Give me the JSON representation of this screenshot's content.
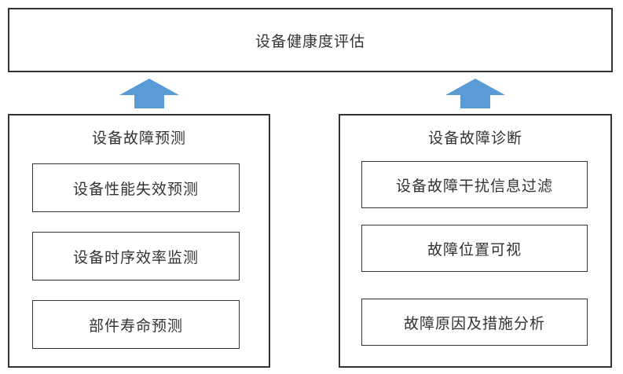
{
  "top_box": {
    "label": "设备健康度评估"
  },
  "left_group": {
    "title": "设备故障预测",
    "items": [
      {
        "label": "设备性能失效预测"
      },
      {
        "label": "设备时序效率监测"
      },
      {
        "label": "部件寿命预测"
      }
    ]
  },
  "right_group": {
    "title": "设备故障诊断",
    "items": [
      {
        "label": "设备故障干扰信息过滤"
      },
      {
        "label": "故障位置可视"
      },
      {
        "label": "故障原因及措施分析"
      }
    ]
  },
  "colors": {
    "arrow_fill": "#5b9bd5",
    "border": "#333333"
  }
}
